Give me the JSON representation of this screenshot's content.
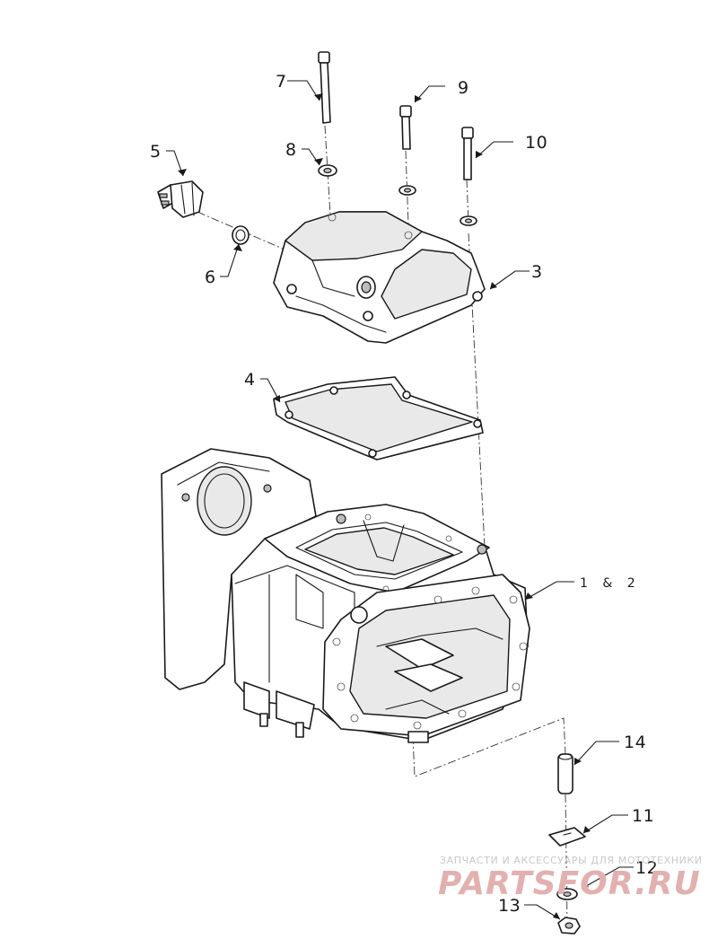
{
  "callouts": {
    "c1": "1 & 2",
    "c3": "3",
    "c4": "4",
    "c5": "5",
    "c6": "6",
    "c7": "7",
    "c8": "8",
    "c9": "9",
    "c10": "10",
    "c11": "11",
    "c12": "12",
    "c13": "13",
    "c14": "14"
  },
  "watermark": {
    "tagline": "ЗАПЧАСТИ И АКСЕССУАРЫ ДЛЯ МОТОТЕХНИКИ",
    "logo": "PARTSFOR.RU",
    "logo_color": "#e3b0b0"
  }
}
